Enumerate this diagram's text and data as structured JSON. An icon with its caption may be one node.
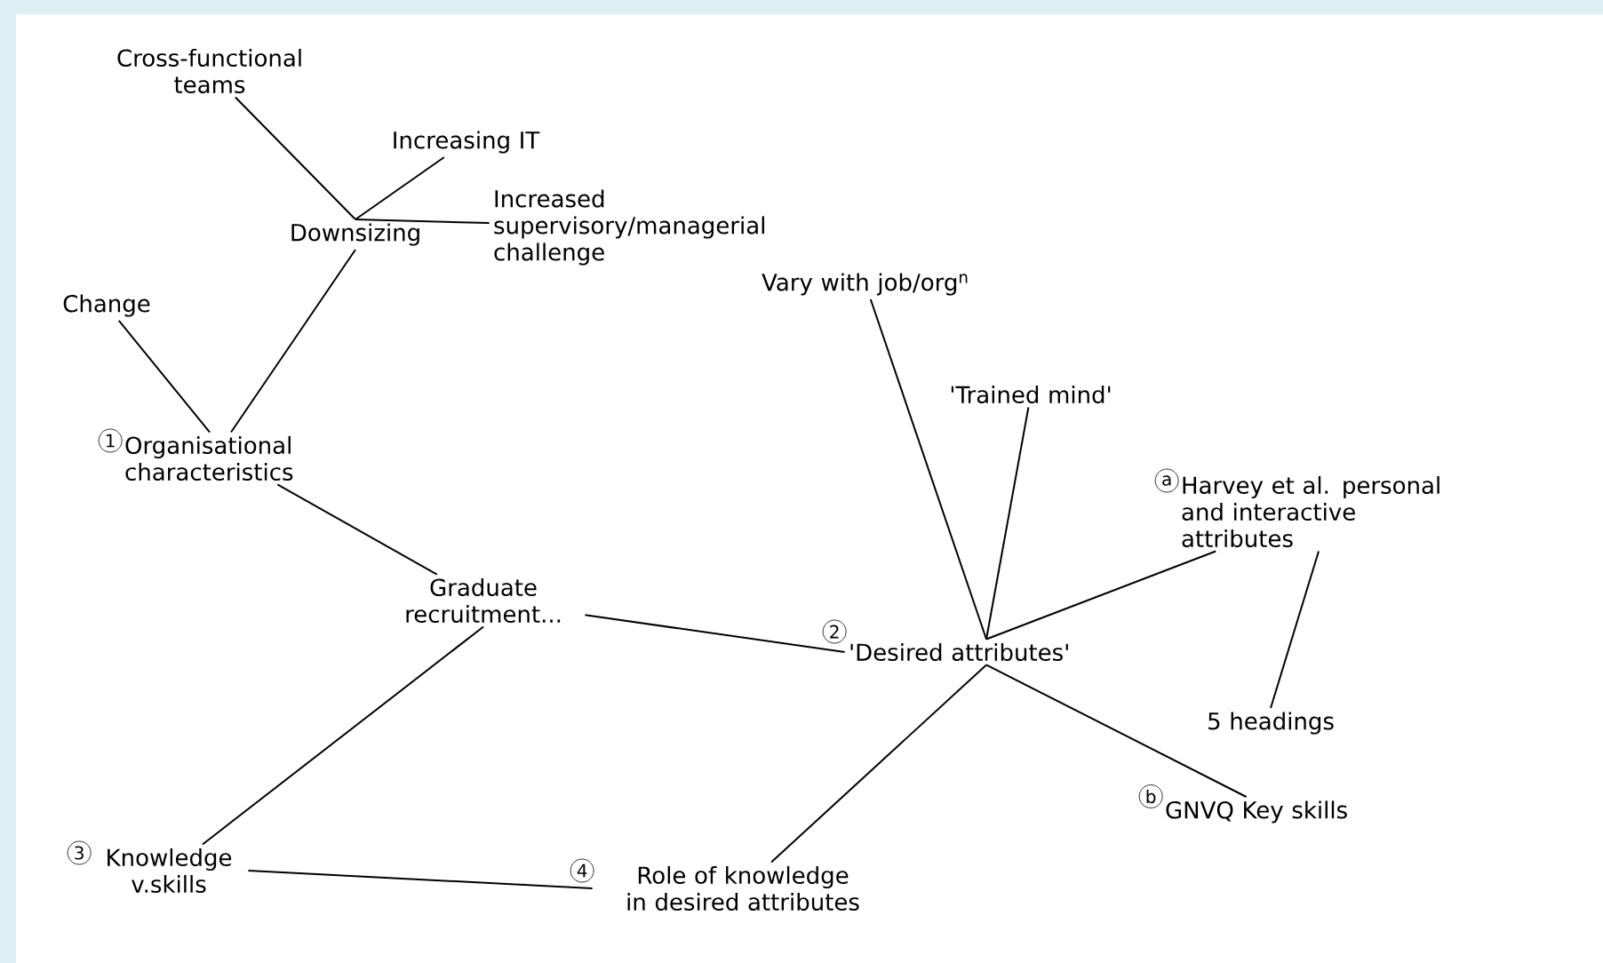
{
  "diagram": {
    "nodes": [
      {
        "text": [
          "Cross-functional teams"
        ]
      },
      {
        "text": [
          "Increasing IT"
        ]
      },
      {
        "text": [
          "Increased supervisory/managerial challenge"
        ]
      },
      {
        "text": [
          "Downsizing"
        ]
      },
      {
        "text": [
          "Change"
        ]
      },
      {
        "text": [
          "Organisational characteristics"
        ],
        "beside": [
          "1"
        ]
      },
      {
        "text": [
          "Graduate recruitment..."
        ]
      },
      {
        "text": [
          "Vary with job/org$^{n}$"
        ]
      },
      {
        "text": [
          "'Trained mind'"
        ]
      },
      {
        "text": [
          "Harvey et al. personal and interactive attributes"
        ],
        "beside": [
          "a"
        ]
      },
      {
        "text": [
          "'Desired attributes'"
        ],
        "beside": [
          "2"
        ]
      },
      {
        "text": [
          "5 headings"
        ]
      },
      {
        "text": [
          "GNVQ Key skills"
        ],
        "beside": [
          "b"
        ]
      },
      {
        "text": [
          "Knowledge v.skills"
        ],
        "beside": [
          "3"
        ]
      },
      {
        "text": [
          "Role of knowledge in desired attributes"
        ],
        "beside": [
          "4"
        ]
      }
    ],
    "edges": [
      {
        "from": 0,
        "to": 3,
        "arrow": "none"
      },
      {
        "from": 1,
        "to": 3,
        "arrow": "none"
      },
      {
        "from": 2,
        "to": 3,
        "arrow": "none"
      },
      {
        "from": 3,
        "to": 5,
        "arrow": "none"
      },
      {
        "from": 4,
        "to": 5,
        "arrow": "none"
      },
      {
        "from": 5,
        "to": 6,
        "arrow": "none"
      },
      {
        "from": 6,
        "to": 10,
        "arrow": "none"
      },
      {
        "from": 6,
        "to": 13,
        "arrow": "none"
      },
      {
        "from": 13,
        "to": 14,
        "arrow": "none"
      },
      {
        "from": 14,
        "to": 10,
        "arrow": "none"
      },
      {
        "from": 7,
        "to": 10,
        "arrow": "none"
      },
      {
        "from": 8,
        "to": 10,
        "arrow": "none"
      },
      {
        "from": 9,
        "to": 10,
        "arrow": "none"
      },
      {
        "from": 12,
        "to": 10,
        "arrow": "none"
      },
      {
        "from": 9,
        "to": 11,
        "arrow": "none"
      }
    ]
  }
}
